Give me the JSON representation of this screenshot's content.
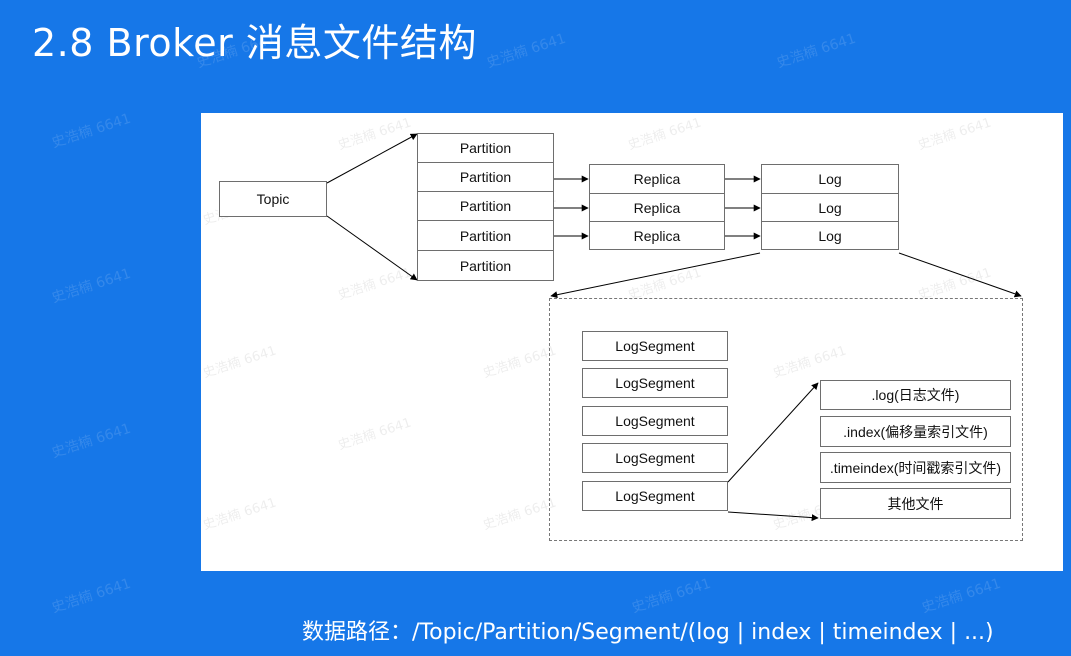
{
  "title": "2.8 Broker 消息文件结构",
  "watermark": "史浩楠 6641",
  "diagram": {
    "topic": "Topic",
    "partitions": [
      "Partition",
      "Partition",
      "Partition",
      "Partition",
      "Partition"
    ],
    "replicas": [
      "Replica",
      "Replica",
      "Replica"
    ],
    "logs": [
      "Log",
      "Log",
      "Log"
    ],
    "log_segments": [
      "LogSegment",
      "LogSegment",
      "LogSegment",
      "LogSegment",
      "LogSegment"
    ],
    "files": [
      ".log(日志文件)",
      ".index(偏移量索引文件)",
      ".timeindex(时间戳索引文件)",
      "其他文件"
    ]
  },
  "footer": {
    "data_path": "数据路径：/Topic/Partition/Segment/(log | index | timeindex | ...)"
  }
}
